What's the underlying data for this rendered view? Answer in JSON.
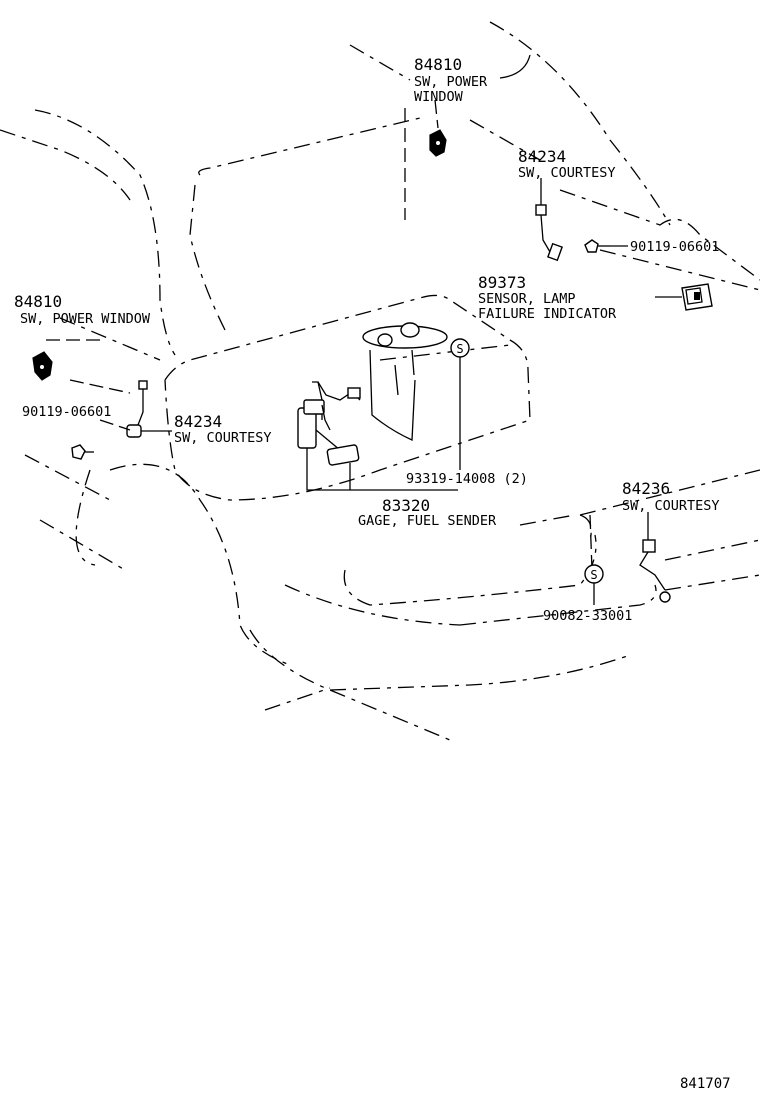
{
  "callouts": {
    "pw_top": {
      "part_no": "84810",
      "name_1": "SW, POWER",
      "name_2": "WINDOW"
    },
    "courtesy_top": {
      "part_no": "84234",
      "name_1": "SW, COURTESY"
    },
    "screw_top": {
      "part_no": "90119-06601"
    },
    "sensor_lamp": {
      "part_no": "89373",
      "name_1": "SENSOR, LAMP",
      "name_2": "FAILURE INDICATOR"
    },
    "pw_left": {
      "part_no": "84810",
      "name_1": "SW, POWER WINDOW"
    },
    "screw_left": {
      "part_no": "90119-06601"
    },
    "courtesy_left": {
      "part_no": "84234",
      "name_1": "SW, COURTESY"
    },
    "gasket_tank": {
      "part_no": "93319-14008 (2)"
    },
    "fuel_sender": {
      "part_no": "83320",
      "name_1": "GAGE, FUEL SENDER"
    },
    "courtesy_rear": {
      "part_no": "84236",
      "name_1": "SW, COURTESY"
    },
    "gasket_rear": {
      "part_no": "90082-33001"
    }
  },
  "markers": {
    "supply_symbol": "S"
  },
  "diagram_ref": "841707"
}
